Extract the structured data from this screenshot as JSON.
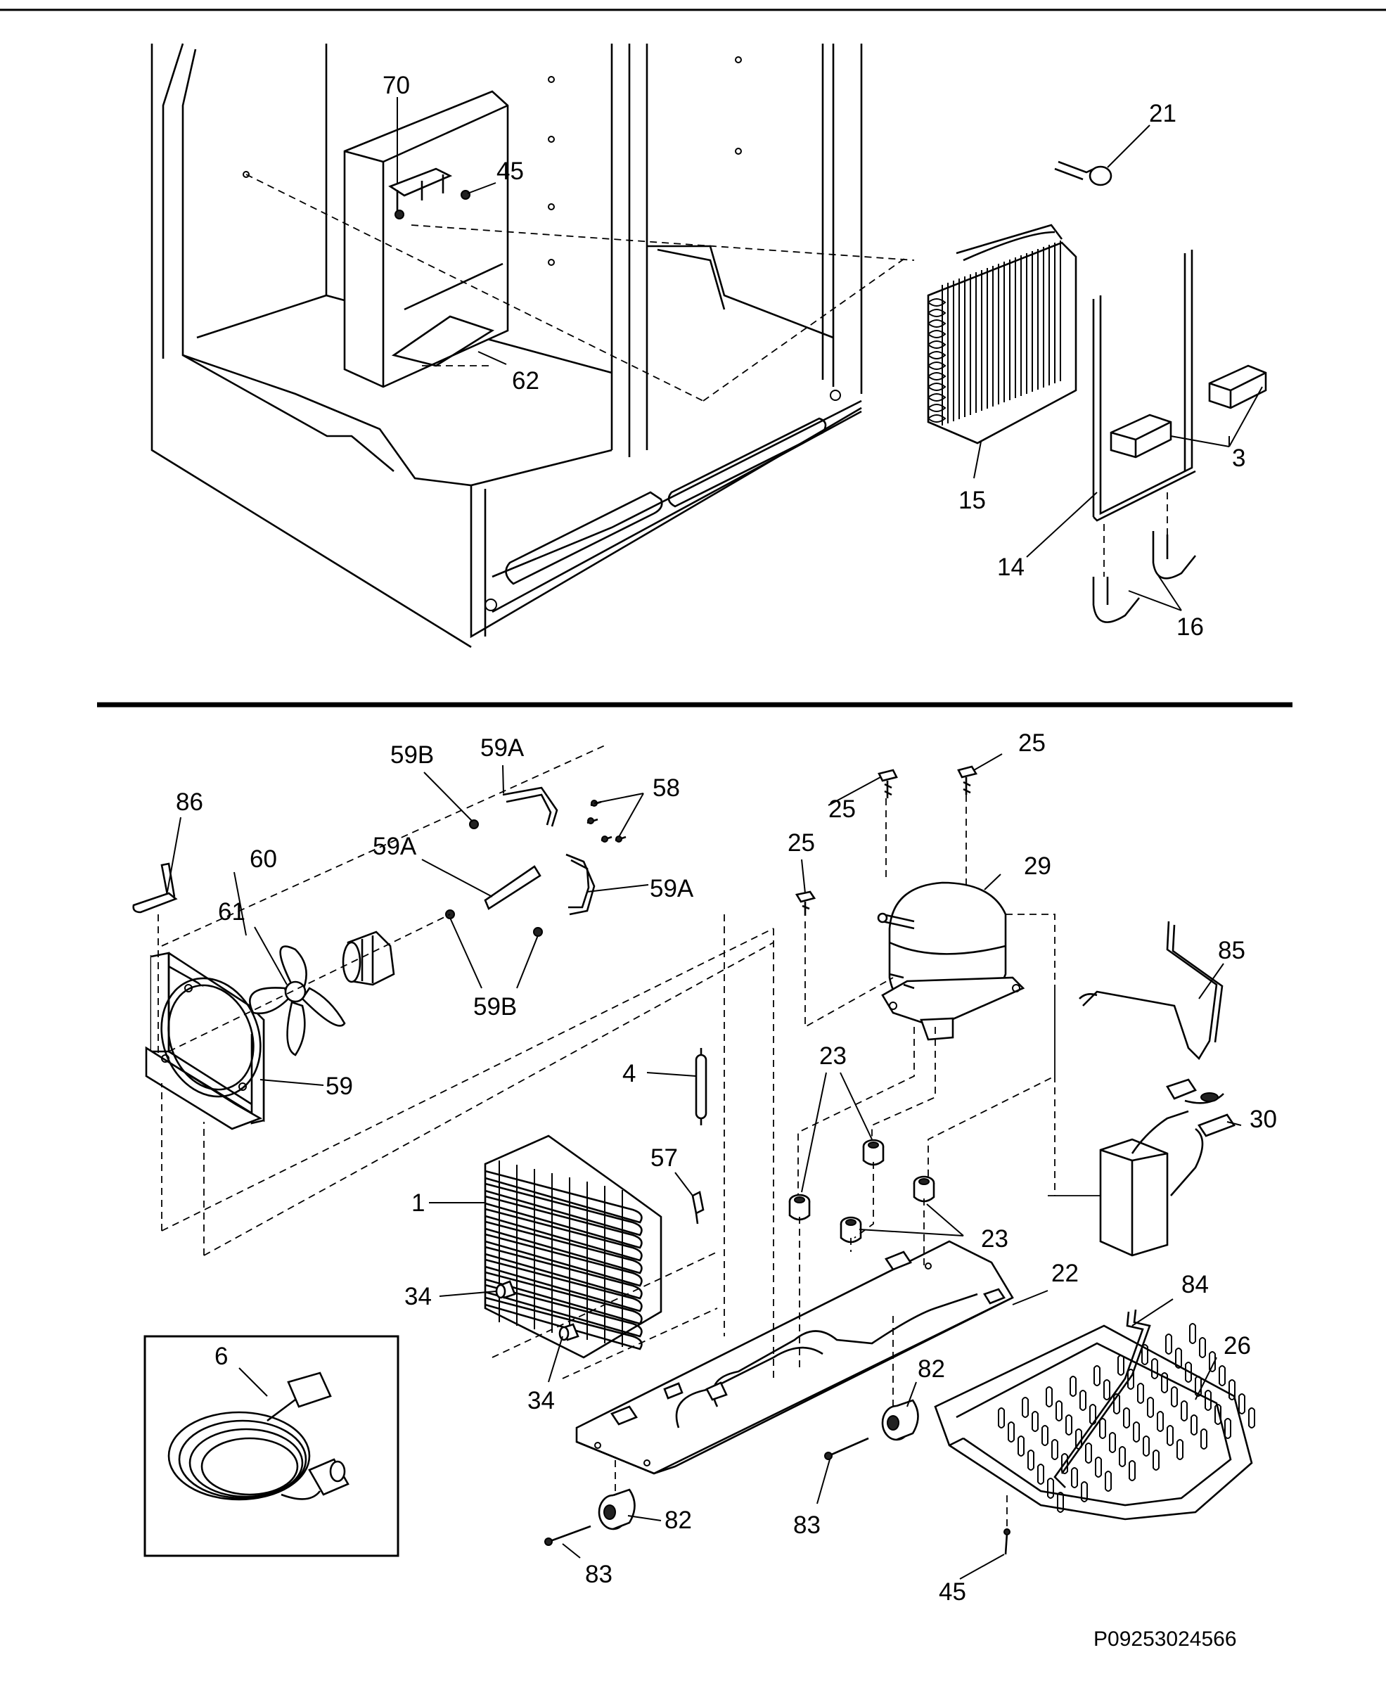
{
  "diagram": {
    "labels_top": {
      "p70": "70",
      "p45": "45",
      "p62": "62",
      "p21": "21",
      "p15": "15",
      "p3": "3",
      "p14": "14",
      "p16": "16"
    },
    "labels_bottom": {
      "p59b_a": "59B",
      "p59a_a": "59A",
      "p58": "58",
      "p59a_b": "59A",
      "p59a_c": "59A",
      "p86": "86",
      "p60": "60",
      "p61": "61",
      "p59b_b": "59B",
      "p59": "59",
      "p25_a": "25",
      "p25_b": "25",
      "p25_c": "25",
      "p29": "29",
      "p85": "85",
      "p4": "4",
      "p23_a": "23",
      "p23_b": "23",
      "p30": "30",
      "p57": "57",
      "p1": "1",
      "p34_a": "34",
      "p34_b": "34",
      "p22": "22",
      "p84": "84",
      "p26": "26",
      "p6": "6",
      "p82_a": "82",
      "p82_b": "82",
      "p83_a": "83",
      "p83_b": "83",
      "p45_b": "45"
    },
    "document_id": "P09253024566"
  }
}
